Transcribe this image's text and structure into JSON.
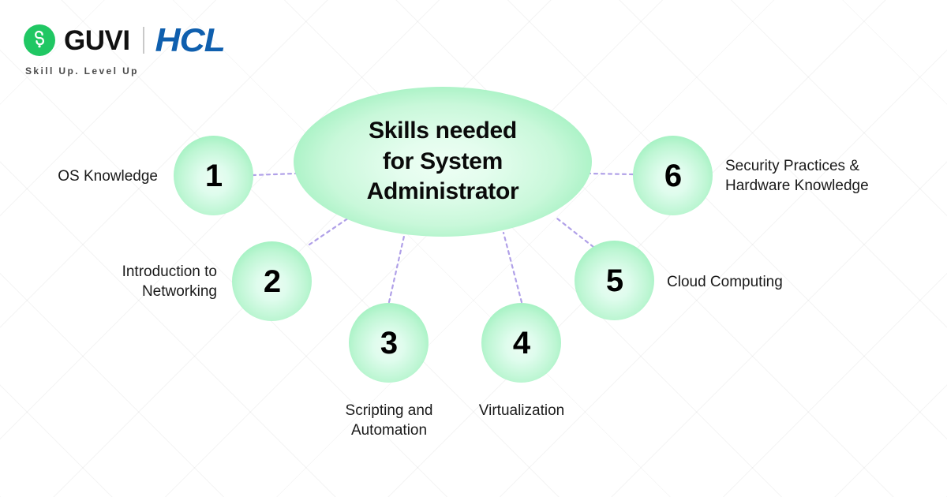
{
  "brand": {
    "logo_icon": "guvi-g-logo-icon",
    "name": "GUVI",
    "partner": "HCL",
    "tagline": "Skill Up. Level Up",
    "colors": {
      "guvi_green": "#20c763",
      "hcl_blue": "#0f5fae"
    }
  },
  "center": {
    "title": "Skills needed\nfor System\nAdministrator"
  },
  "theme": {
    "node_edge_green": "#8aeeb0",
    "node_center_mint": "#eefef4",
    "connector_purple": "#b0a0e8",
    "background": "#ffffff"
  },
  "nodes": [
    {
      "number": "1",
      "label": "OS Knowledge",
      "align": "right"
    },
    {
      "number": "2",
      "label": "Introduction to\nNetworking",
      "align": "right"
    },
    {
      "number": "3",
      "label": "Scripting and\nAutomation",
      "align": "center"
    },
    {
      "number": "4",
      "label": "Virtualization",
      "align": "center"
    },
    {
      "number": "5",
      "label": "Cloud Computing",
      "align": "left"
    },
    {
      "number": "6",
      "label": "Security Practices &\nHardware Knowledge",
      "align": "left"
    }
  ]
}
